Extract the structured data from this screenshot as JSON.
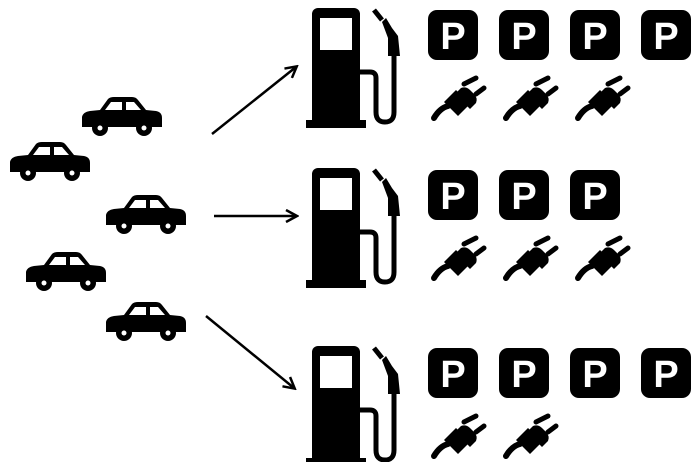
{
  "colors": {
    "ink": "#000000",
    "background": "#ffffff"
  },
  "cars": [
    {
      "icon": "car-icon"
    },
    {
      "icon": "car-icon"
    },
    {
      "icon": "car-icon"
    },
    {
      "icon": "car-icon"
    },
    {
      "icon": "car-icon"
    }
  ],
  "stations": [
    {
      "icon": "fuel-pump-icon",
      "parking_count": 4,
      "charger_count": 3,
      "parking_label": "P"
    },
    {
      "icon": "fuel-pump-icon",
      "parking_count": 3,
      "charger_count": 3,
      "parking_label": "P"
    },
    {
      "icon": "fuel-pump-icon",
      "parking_count": 4,
      "charger_count": 2,
      "parking_label": "P"
    }
  ]
}
